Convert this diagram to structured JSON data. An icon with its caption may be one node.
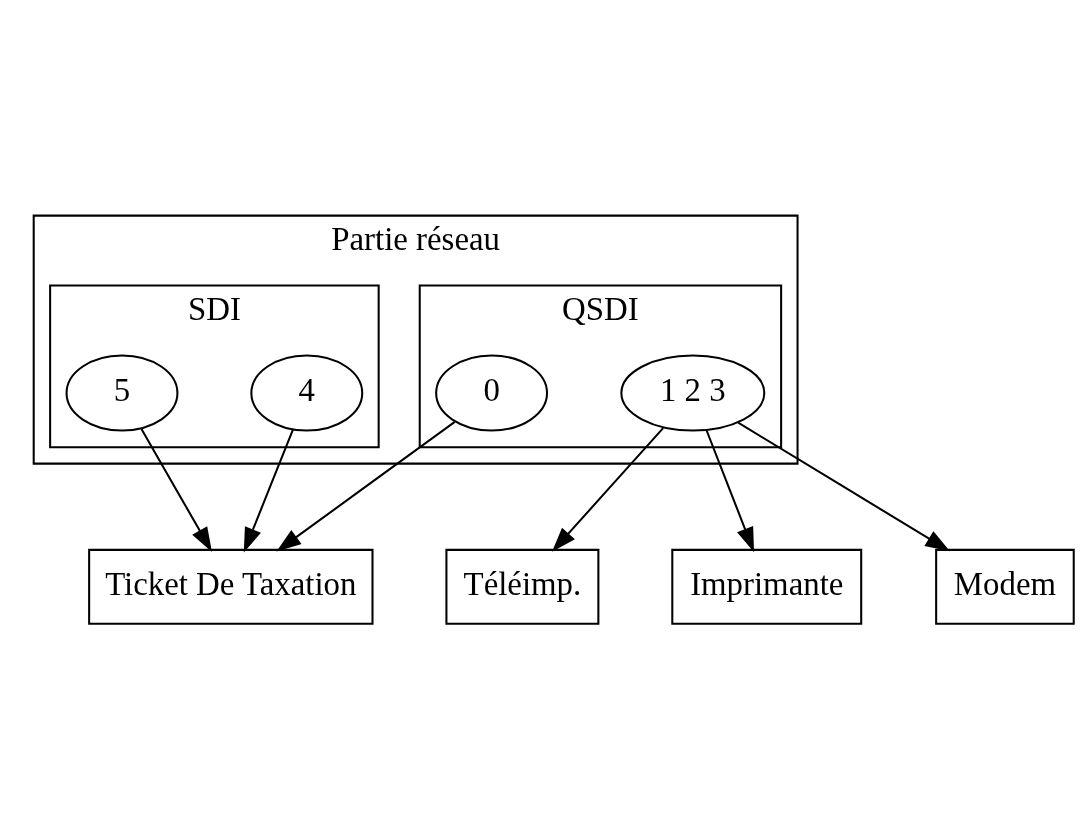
{
  "diagram": {
    "nodes": [
      {
        "text": [
          "Partie réseau"
        ]
      },
      {
        "text": [
          "SDI"
        ],
        "in": 0
      },
      {
        "text": [
          "4"
        ],
        "in": 1
      },
      {
        "text": [
          "5"
        ],
        "in": 1
      },
      {
        "text": [
          "QSDI"
        ],
        "in": 0
      },
      {
        "text": [
          "0"
        ],
        "in": 4
      },
      {
        "text": [
          "1 2 3"
        ],
        "in": 4
      },
      {
        "text": [
          "Ticket De Taxation"
        ]
      },
      {
        "text": [
          "Téléimp."
        ]
      },
      {
        "text": [
          "Imprimante"
        ]
      },
      {
        "text": [
          "Modem"
        ]
      }
    ],
    "edges": [
      {
        "from": 2,
        "to": 7,
        "arrow": "to"
      },
      {
        "from": 3,
        "to": 7,
        "arrow": "to"
      },
      {
        "from": 5,
        "to": 7,
        "arrow": "to"
      },
      {
        "from": 6,
        "to": 8,
        "arrow": "to"
      },
      {
        "from": 6,
        "to": 9,
        "arrow": "to"
      },
      {
        "from": 6,
        "to": 10,
        "arrow": "to"
      }
    ]
  }
}
